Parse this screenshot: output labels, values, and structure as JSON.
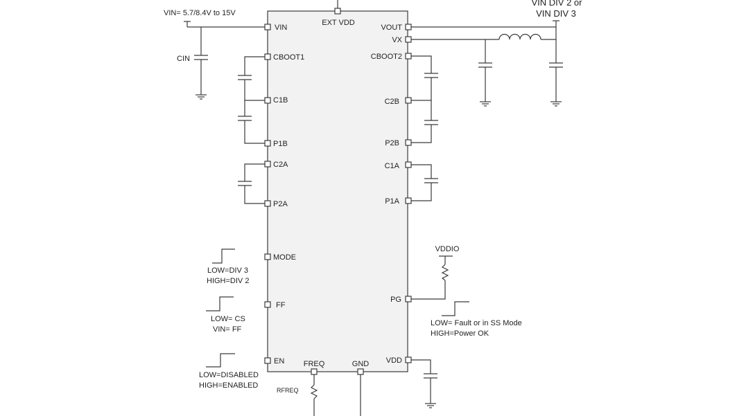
{
  "supply": {
    "vin_label": "VIN= 5.7/8.4V to 15V",
    "cin_label": "CIN",
    "output_label_line1": "VIN DIV 2 or",
    "output_label_line2": "VIN DIV 3",
    "vddio_label": "VDDIO",
    "rfreq_label": "RFREQ"
  },
  "chip": {
    "top_pin": "EXT VDD",
    "left_pins": {
      "vin": "VIN",
      "cboot1": "CBOOT1",
      "c1b": "C1B",
      "p1b": "P1B",
      "c2a": "C2A",
      "p2a": "P2A",
      "mode": "MODE",
      "ff": "FF",
      "en": "EN"
    },
    "right_pins": {
      "vout": "VOUT",
      "vx": "VX",
      "cboot2": "CBOOT2",
      "c2b": "C2B",
      "p2b": "P2B",
      "c1a": "C1A",
      "p1a": "P1A",
      "pg": "PG",
      "vdd": "VDD"
    },
    "bottom_pins": {
      "freq": "FREQ",
      "gnd": "GND"
    }
  },
  "signals": {
    "mode_low": "LOW=DIV 3",
    "mode_high": "HIGH=DIV 2",
    "ff_low": "LOW= CS",
    "ff_vin": "VIN= FF",
    "en_low": "LOW=DISABLED",
    "en_high": "HIGH=ENABLED",
    "pg_low": "LOW= Fault or in SS Mode",
    "pg_high": "HIGH=Power OK"
  }
}
